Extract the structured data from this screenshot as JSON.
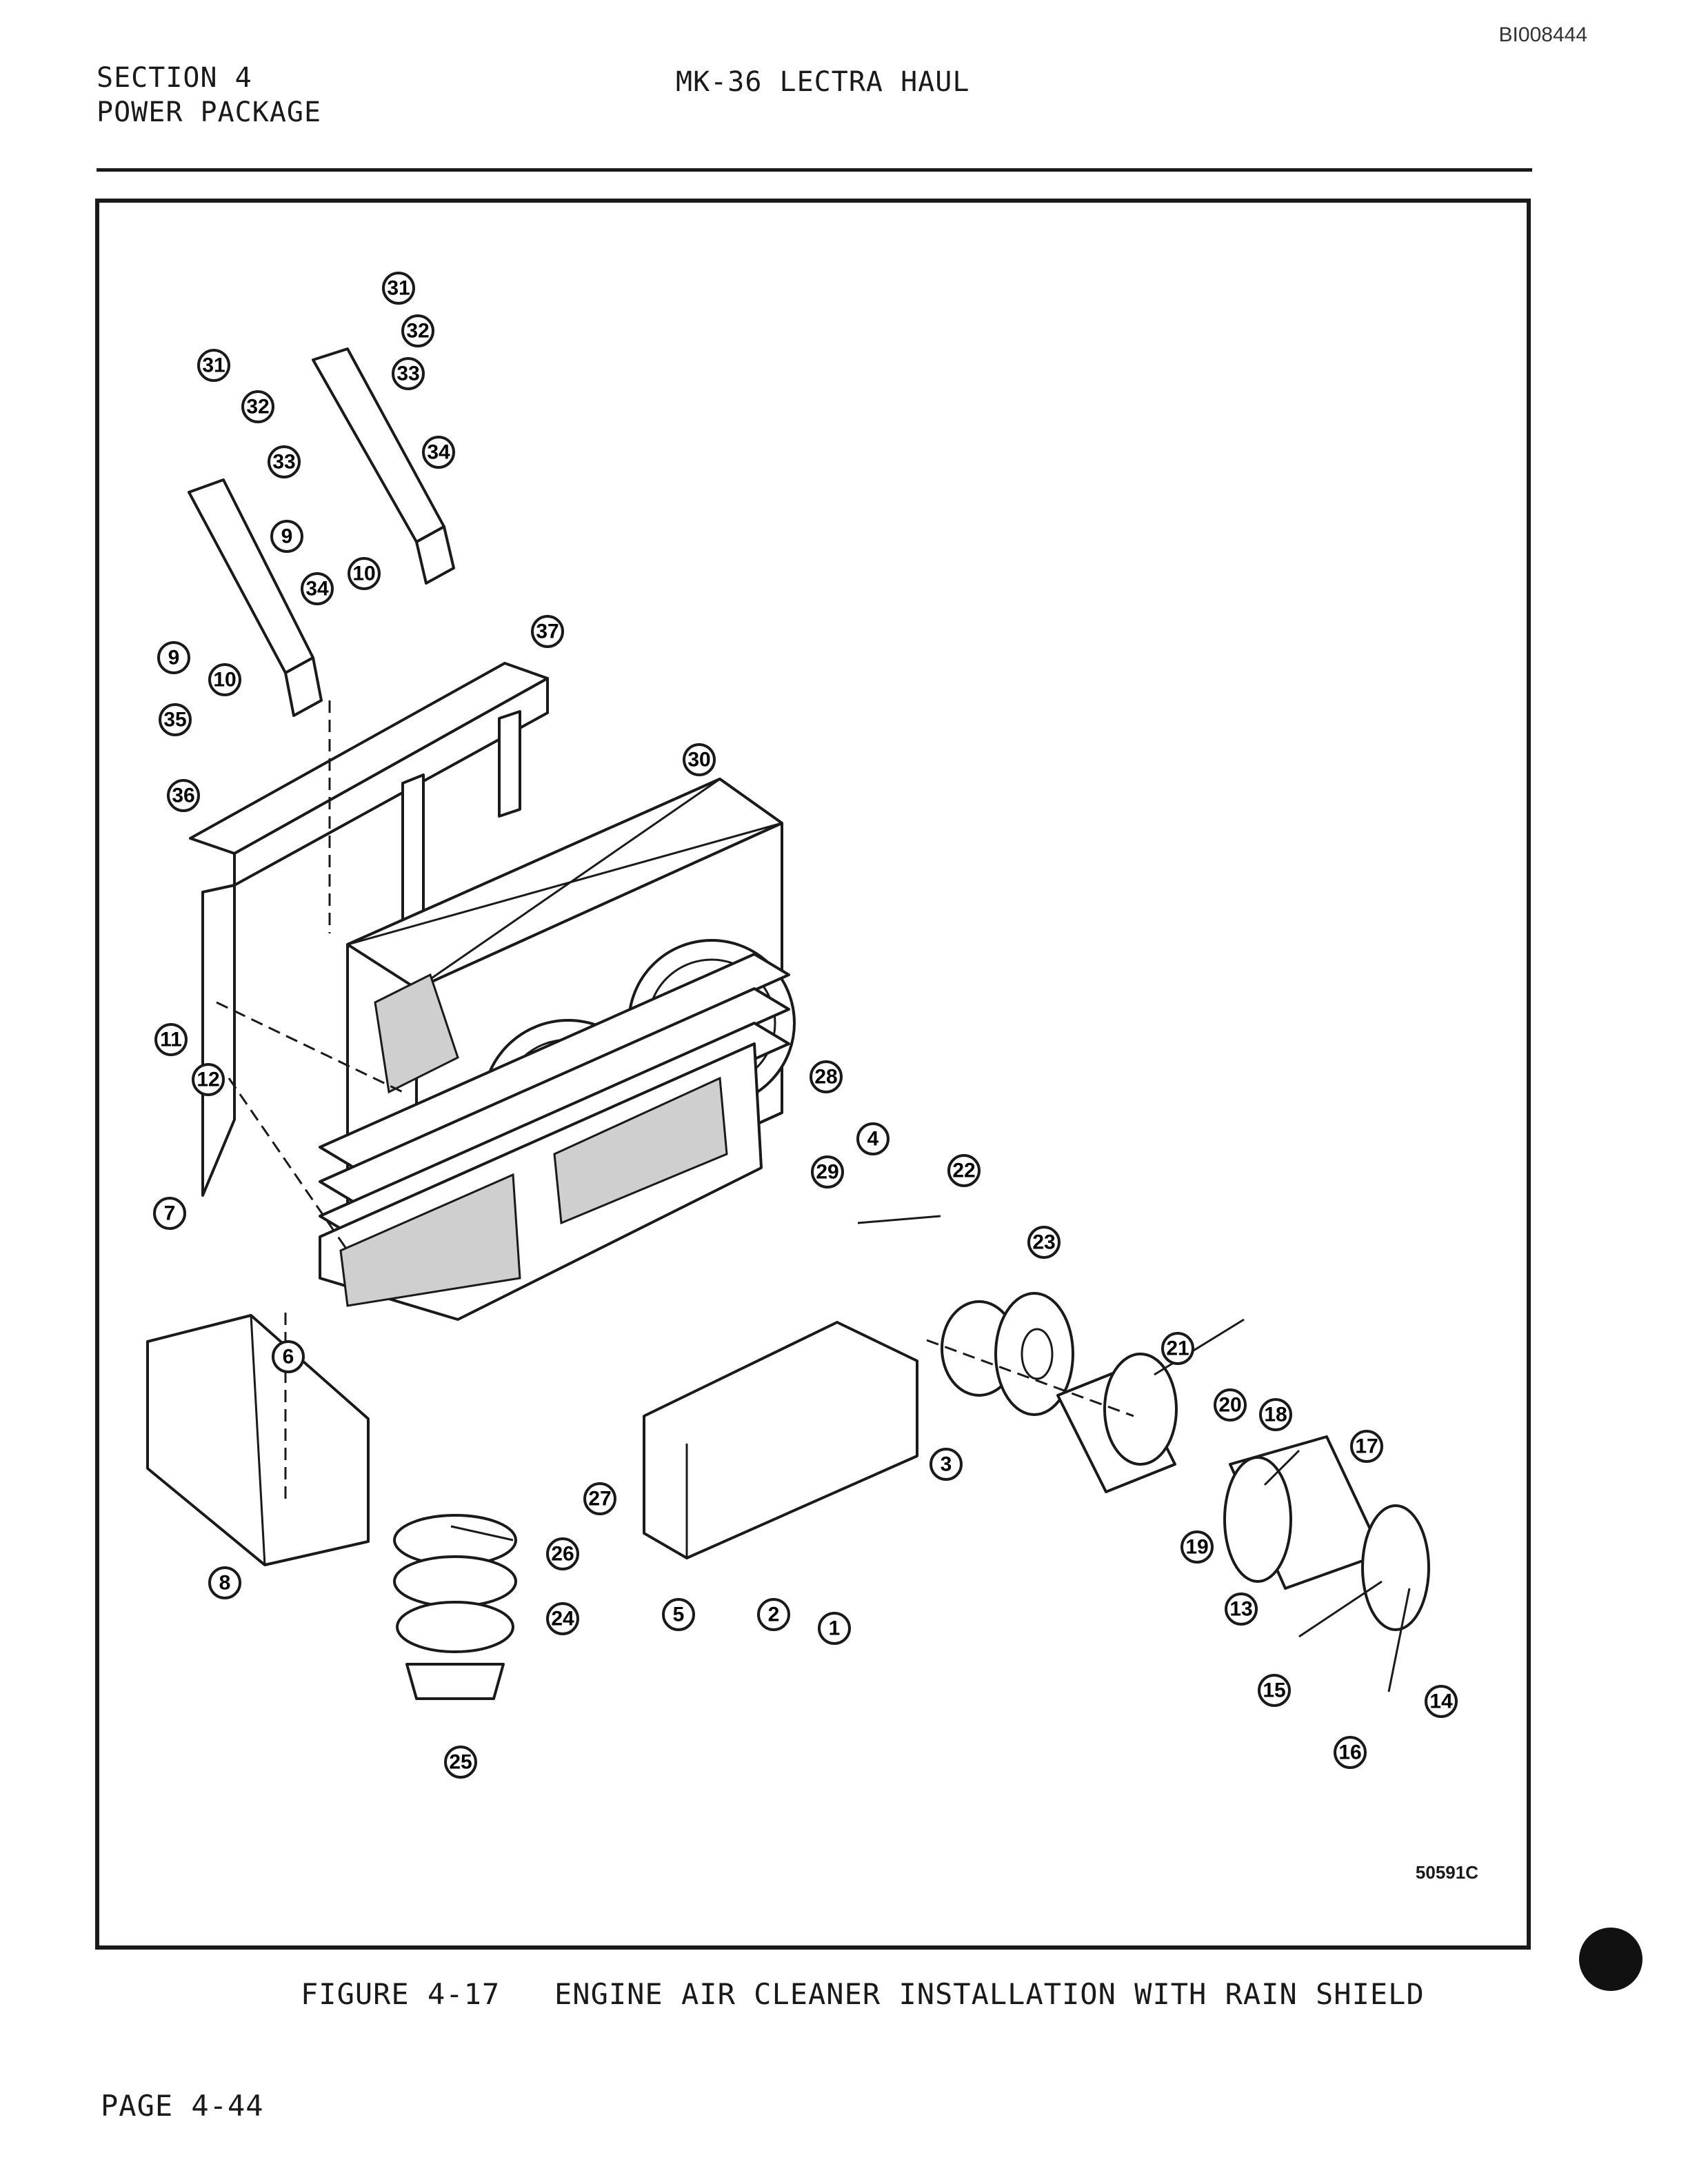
{
  "header": {
    "doc_id": "BI008444",
    "section_line1": "SECTION 4",
    "section_line2": "POWER PACKAGE",
    "title": "MK-36 LECTRA HAUL"
  },
  "figure": {
    "code": "50591C",
    "caption": "FIGURE 4-17   ENGINE AIR CLEANER INSTALLATION WITH RAIN SHIELD",
    "callouts": [
      "31",
      "32",
      "33",
      "31",
      "32",
      "33",
      "34",
      "34",
      "9",
      "10",
      "9",
      "10",
      "35",
      "36",
      "37",
      "30",
      "11",
      "12",
      "28",
      "29",
      "4",
      "22",
      "23",
      "7",
      "6",
      "3",
      "21",
      "20",
      "18",
      "17",
      "27",
      "26",
      "8",
      "24",
      "5",
      "2",
      "1",
      "19",
      "13",
      "14",
      "15",
      "16",
      "25"
    ]
  },
  "footer": {
    "page": "PAGE 4-44"
  }
}
